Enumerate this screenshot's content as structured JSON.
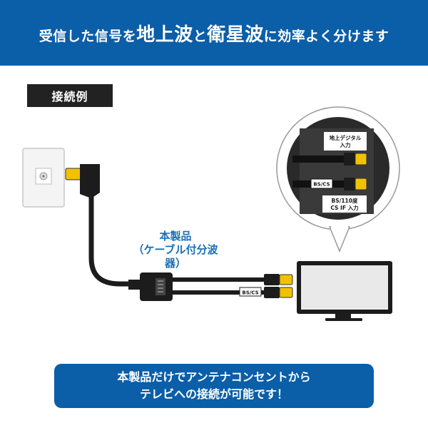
{
  "header": {
    "line_part1": "受信した信号を",
    "line_part2": "地上波",
    "line_part3": "と",
    "line_part4": "衛星波",
    "line_part5": "に効率よく分けます"
  },
  "example_label": "接続例",
  "product": {
    "line1": "本製品",
    "line2": "（ケーブル付分波器）",
    "bscs_tag": "BS/CS"
  },
  "zoom_panel": {
    "terrestrial_label_line1": "地上デジタル",
    "terrestrial_label_line2": "入力",
    "bscs_tag": "BS/CS",
    "bs_label_line1": "BS/110度",
    "bs_label_line2": "CS IF 入力"
  },
  "footer": {
    "line1": "本製品だけでアンテナコンセントから",
    "line2": "テレビへの接続が可能です！"
  },
  "colors": {
    "brand_blue": "#0b5ea8",
    "connector_yellow": "#f2c200",
    "cable_black": "#1c1c1c"
  }
}
